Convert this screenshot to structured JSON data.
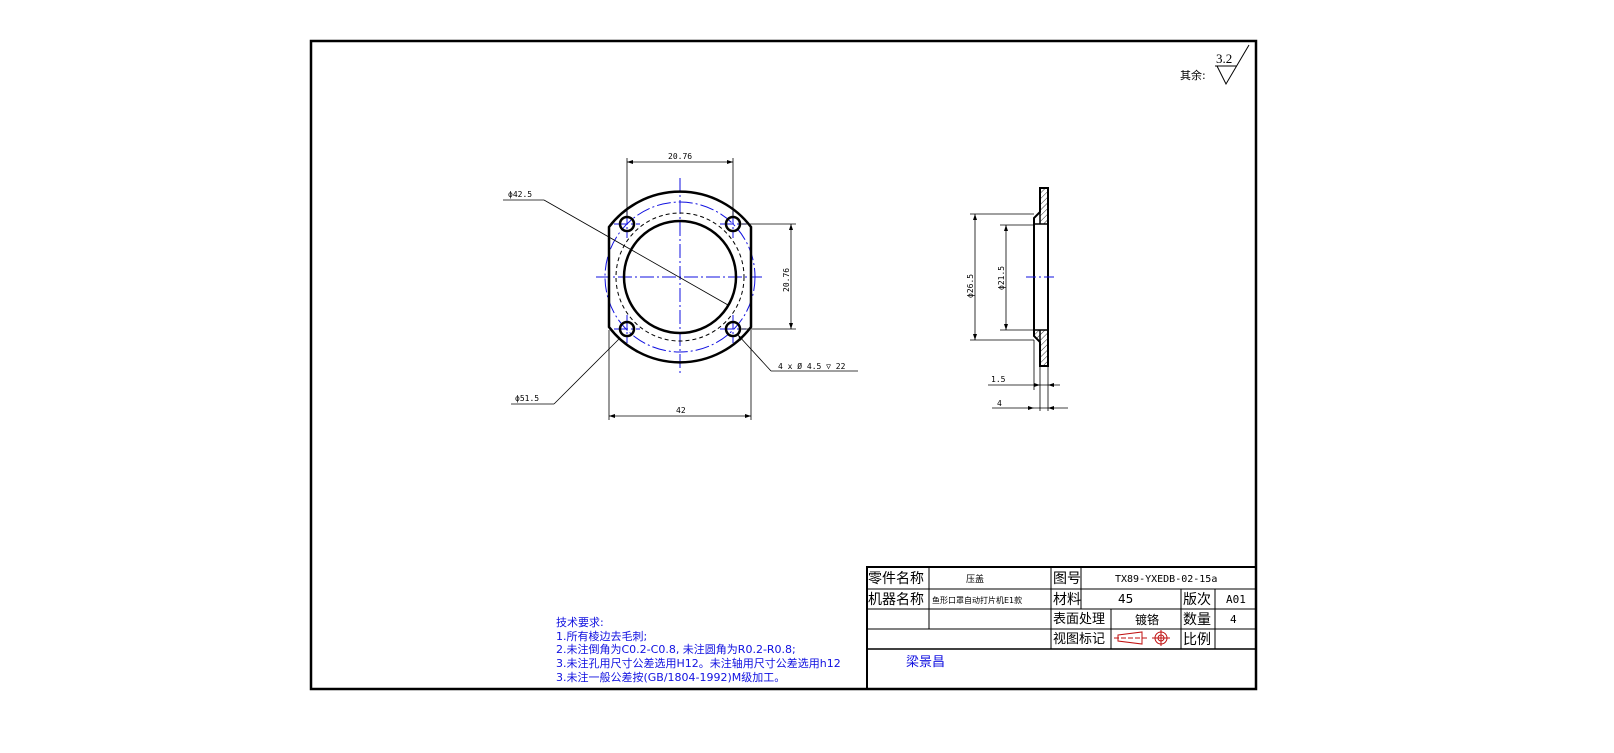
{
  "surface_finish": {
    "label": "其余:",
    "value": "3.2"
  },
  "front_view": {
    "dim_top_width": "20.76",
    "dim_right_height": "20.76",
    "dim_bottom_width": "42",
    "dim_d_inner": "ϕ42.5",
    "dim_d_outer": "ϕ51.5",
    "dim_holes": "4 x Ø 4.5 ▽ 22"
  },
  "side_view": {
    "dim_d26": "ϕ26.5",
    "dim_d21": "ϕ21.5",
    "dim_thk1": "1.5",
    "dim_thk2": "4"
  },
  "tech_requirements": {
    "title": "技术要求:",
    "items": [
      "1.所有棱边去毛刺;",
      "2.未注倒角为C0.2-C0.8, 未注圆角为R0.2-R0.8;",
      "3.未注孔用尺寸公差选用H12。未注轴用尺寸公差选用h12",
      "3.未注一般公差按(GB/1804-1992)M级加工。"
    ]
  },
  "title_block": {
    "part_name_label": "零件名称",
    "part_name": "压盖",
    "drawing_no_label": "图号",
    "drawing_no": "TX89-YXEDB-02-15a",
    "machine_name_label": "机器名称",
    "machine_name": "鱼形口罩自动打片机E1款",
    "material_label": "材料",
    "material": "45",
    "version_label": "版次",
    "version": "A01",
    "surface_treatment_label": "表面处理",
    "surface_treatment": "镀铬",
    "quantity_label": "数量",
    "quantity": "4",
    "view_mark_label": "视图标记",
    "scale_label": "比例",
    "scale": "",
    "designer": "梁景昌"
  },
  "colors": {
    "line": "#000000",
    "center": "#1010e0"
  }
}
